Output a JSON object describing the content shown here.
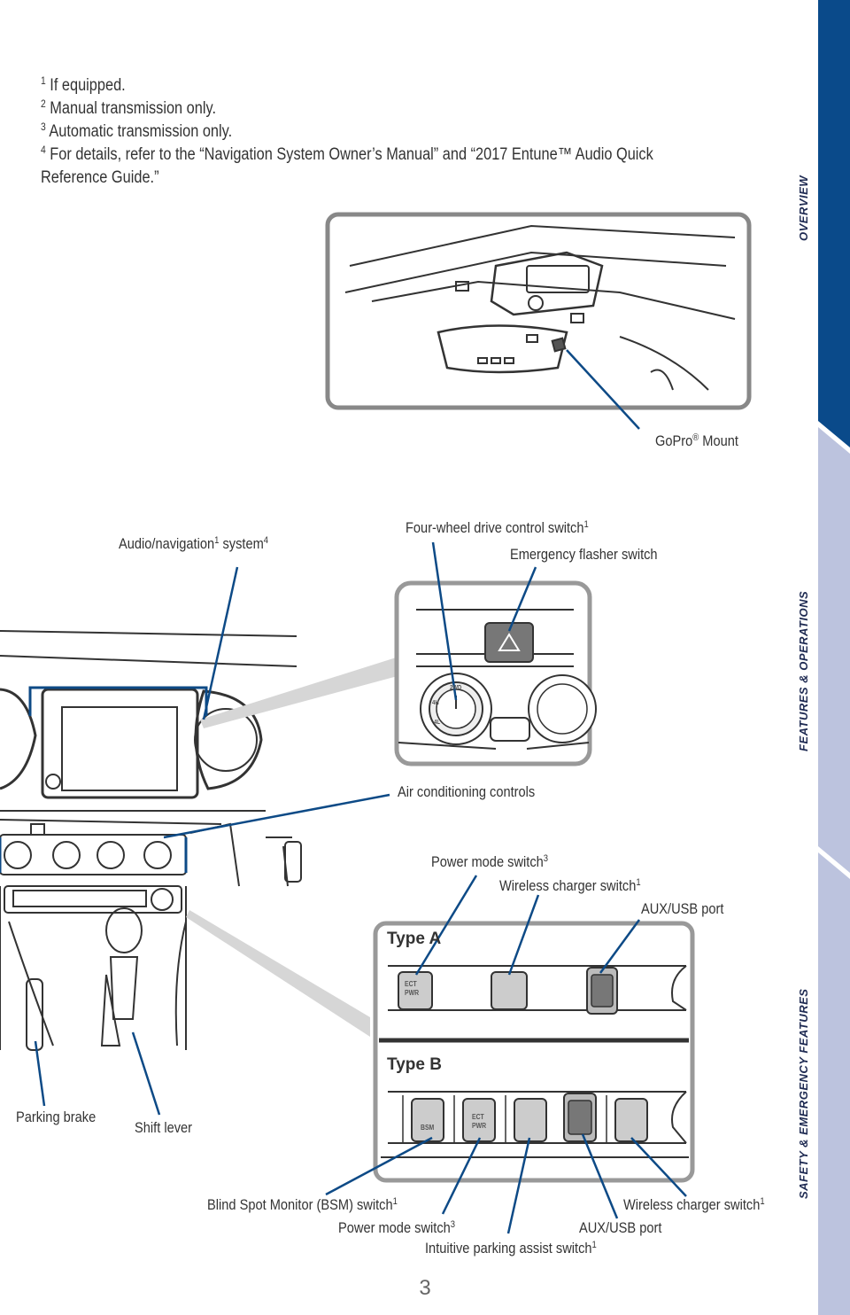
{
  "footnotes": {
    "n1": "1",
    "t1": " If equipped.",
    "n2": "2",
    "t2": " Manual transmission only.",
    "n3": "3",
    "t3": " Automatic transmission only.",
    "n4": "4",
    "t4": " For details, refer to the “Navigation System Owner’s Manual” and “2017 Entune™ Audio Quick Reference Guide.”"
  },
  "labels": {
    "gopro": "GoPro",
    "gopro_mark": "®",
    "gopro_suffix": " Mount",
    "audio_nav_a": "Audio/navigation",
    "audio_nav_sup1": "1",
    "audio_nav_b": " system",
    "audio_nav_sup2": "4",
    "four_wd": "Four-wheel drive control switch",
    "four_wd_sup": "1",
    "emergency": "Emergency flasher switch",
    "air_con": "Air conditioning controls",
    "power_mode_a": "Power mode switch",
    "power_mode_a_sup": "3",
    "wireless_a": "Wireless charger switch",
    "wireless_a_sup": "1",
    "aux_usb_a": "AUX/USB port",
    "type_a": "Type A",
    "type_b": "Type B",
    "parking_brake": "Parking brake",
    "shift_lever": "Shift lever",
    "bsm": "Blind Spot Monitor (BSM) switch",
    "bsm_sup": "1",
    "power_mode_b": "Power mode switch",
    "power_mode_b_sup": "3",
    "intuitive": "Intuitive parking assist switch",
    "intuitive_sup": "1",
    "aux_usb_b": "AUX/USB port",
    "wireless_b": "Wireless charger switch",
    "wireless_b_sup": "1",
    "ect": "ECT",
    "pwr": "PWR",
    "bsm_btn": "BSM",
    "twod": "2WD",
    "fourh": "4H",
    "fourl": "4L"
  },
  "page_number": "3",
  "sidebar": {
    "overview": "OVERVIEW",
    "features": "FEATURES & OPERATIONS",
    "safety": "SAFETY & EMERGENCY FEATURES"
  },
  "colors": {
    "sidebar_active": "#0a4a8a",
    "sidebar_inactive": "#bcc3de",
    "leader": "#0d4a86"
  }
}
